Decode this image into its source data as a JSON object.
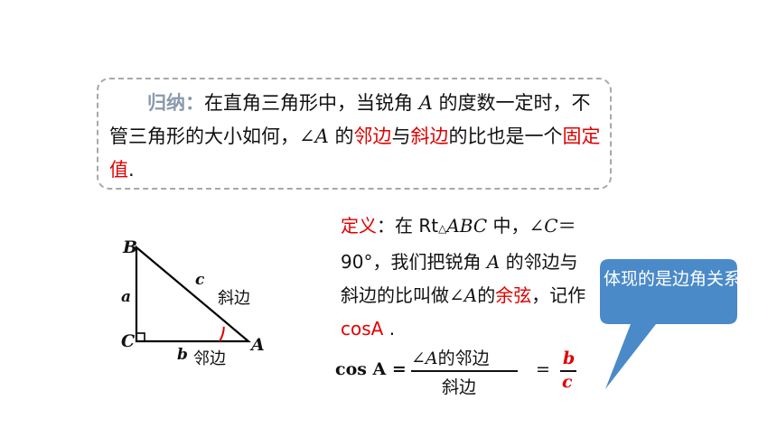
{
  "summary": {
    "label": "归纳",
    "colon": "：",
    "t1": "在直角三角形中，当锐角 ",
    "var_a": "A",
    "t2": " 的度数一定时，不管三角形的大小如何，",
    "angle_a": "∠A",
    "t3": " 的",
    "adjacent": "邻边",
    "t4": "与",
    "hypotenuse": "斜边",
    "t5": "的比也是一个",
    "fixed_value": "固定值",
    "t6": "."
  },
  "triangle": {
    "vertex_b": "B",
    "vertex_c": "C",
    "vertex_a": "A",
    "side_a": "a",
    "side_b": "b",
    "side_c": "c",
    "hyp_label": "斜边",
    "adj_label": "邻边",
    "colors": {
      "angle_arc": "#e00000",
      "stroke": "#000000"
    }
  },
  "definition": {
    "label": "定义",
    "t1": "：在 Rt",
    "triangle_sym": "△",
    "abc": "ABC",
    "t2": " 中，",
    "angle_c": "∠C",
    "t3": "＝90°，我们把锐角 ",
    "var_a": "A",
    "t4": " 的邻边与斜边的比叫做",
    "angle_a": "∠A",
    "t5": "的",
    "cosine_term": "余弦",
    "t6": "，记作 ",
    "cos_notation": "cosA",
    "t7": " ."
  },
  "formula": {
    "lhs": "cos A =",
    "num_angle": "∠A",
    "num_text": "的邻边",
    "den": "斜边",
    "eq": "=",
    "b": "b",
    "c": "c"
  },
  "callout": {
    "text": "体现的是边角关系",
    "color": "#4a8ac8"
  }
}
